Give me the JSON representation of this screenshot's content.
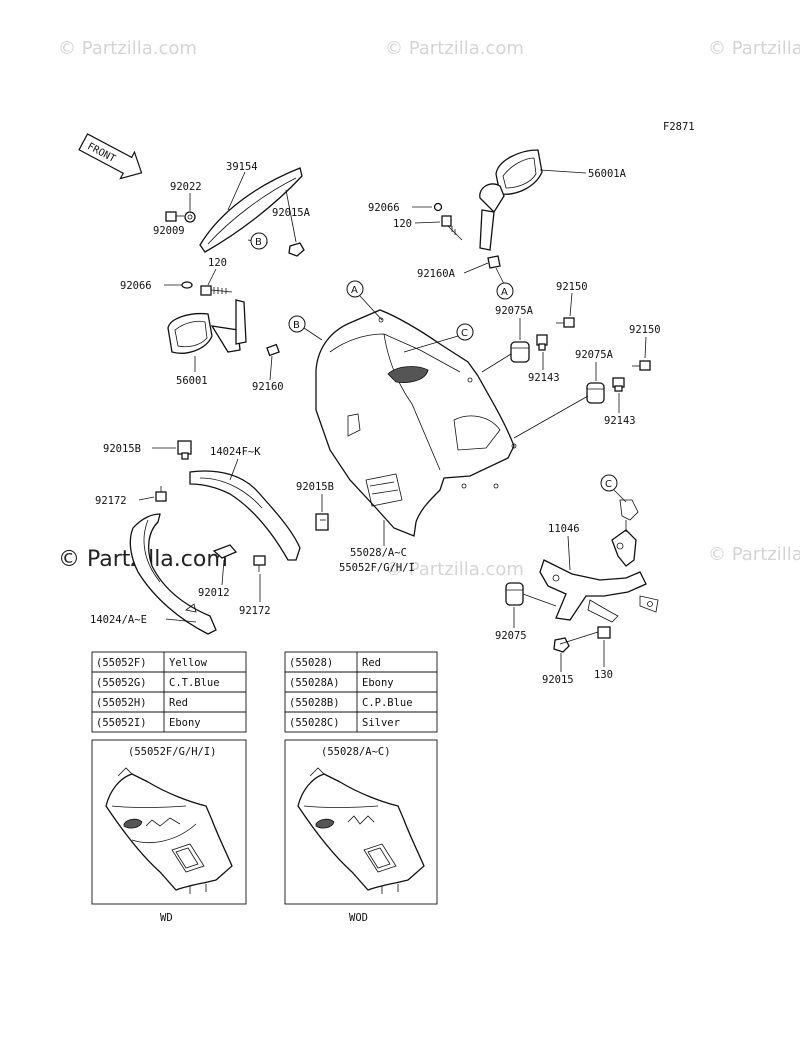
{
  "figure_code": "F2871",
  "front_label": "FRONT",
  "watermark": "© Partzilla.com",
  "watermark_large": "© Partzilla.com",
  "callouts": {
    "p39154": "39154",
    "p92022": "92022",
    "p92015A_top": "92015A",
    "p92009": "92009",
    "p120_left": "120",
    "p92066_left": "92066",
    "p56001": "56001",
    "p92160": "92160",
    "p56001A": "56001A",
    "p92066_right": "92066",
    "p120_right": "120",
    "p92160A": "92160A",
    "p92150_a": "92150",
    "p92075A_a": "92075A",
    "p92143_a": "92143",
    "p92150_b": "92150",
    "p92075A_b": "92075A",
    "p92143_b": "92143",
    "p92015B_left": "92015B",
    "p14024FK": "14024F~K",
    "p92172_left": "92172",
    "p92015B_mid": "92015B",
    "p55028": "55028/A~C",
    "p55052": "55052F/G/H/I",
    "p92012": "92012",
    "p92172_mid": "92172",
    "p14024AE": "14024/A~E",
    "p11046": "11046",
    "p92075": "92075",
    "p92015": "92015",
    "p130": "130"
  },
  "ref_circles": {
    "A": "A",
    "B": "B",
    "C": "C"
  },
  "table_left": [
    {
      "code": "(55052F)",
      "color": "Yellow"
    },
    {
      "code": "(55052G)",
      "color": "C.T.Blue"
    },
    {
      "code": "(55052H)",
      "color": "Red"
    },
    {
      "code": "(55052I)",
      "color": "Ebony"
    }
  ],
  "table_right": [
    {
      "code": "(55028)",
      "color": "Red"
    },
    {
      "code": "(55028A)",
      "color": "Ebony"
    },
    {
      "code": "(55028B)",
      "color": "C.P.Blue"
    },
    {
      "code": "(55028C)",
      "color": "Silver"
    }
  ],
  "inset_left": {
    "title": "(55052F/G/H/I)",
    "caption": "WD"
  },
  "inset_right": {
    "title": "(55028/A~C)",
    "caption": "WOD"
  },
  "colors": {
    "ink": "#111111",
    "watermark": "#d4d4d4",
    "background": "#ffffff"
  }
}
